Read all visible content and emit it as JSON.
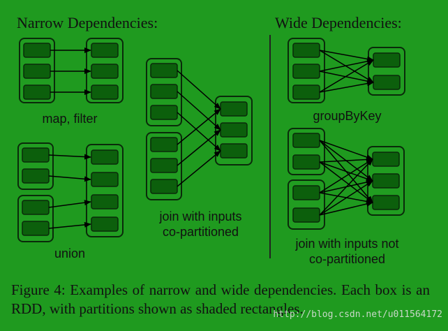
{
  "sections": {
    "narrow_title": "Narrow Dependencies:",
    "wide_title": "Wide Dependencies:"
  },
  "labels": {
    "map_filter": "map, filter",
    "union": "union",
    "join_copart_line1": "join with inputs",
    "join_copart_line2": "co-partitioned",
    "groupbykey": "groupByKey",
    "join_not_copart_line1": "join with inputs not",
    "join_not_copart_line2": "co-partitioned"
  },
  "caption": "Figure 4: Examples of narrow and wide dependencies. Each box is an RDD, with partitions shown as shaded rectangles.",
  "watermark": "http://blog.csdn.net/u011564172",
  "colors": {
    "background": "#1f9a1f",
    "rdd_box": "#219d21",
    "partition": "#0c5f0c",
    "border": "#0a2a0a",
    "arrow": "#000000"
  }
}
